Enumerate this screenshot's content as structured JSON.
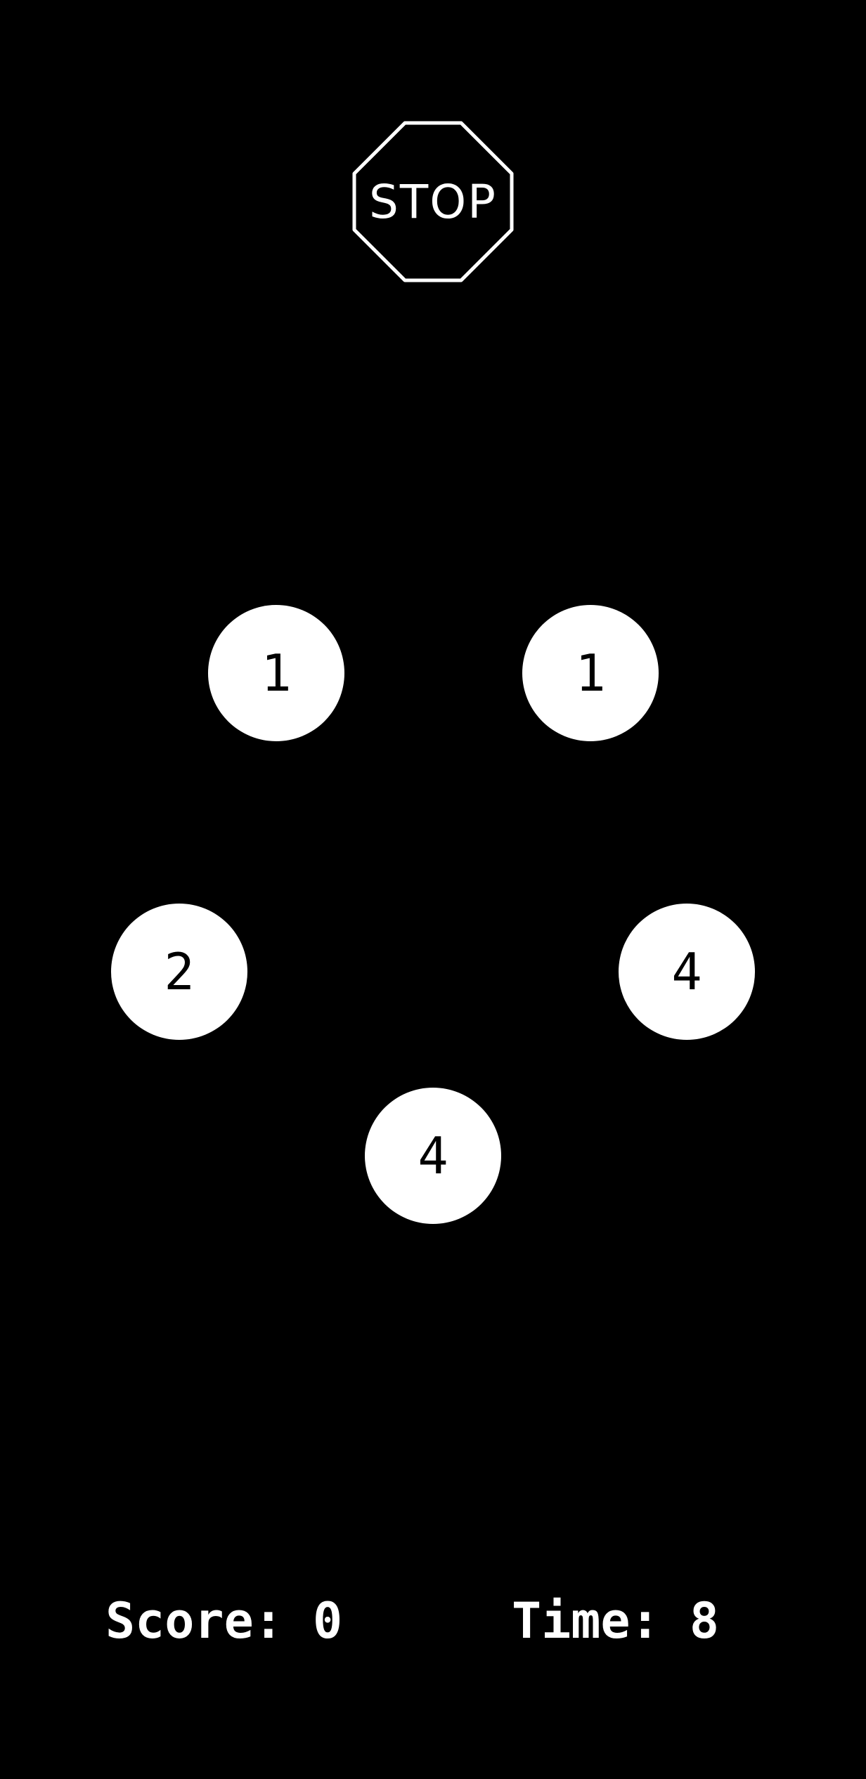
{
  "stop_button": {
    "label": "STOP"
  },
  "balls": [
    "1",
    "1",
    "2",
    "4",
    "4"
  ],
  "hud": {
    "score_label": "Score:",
    "score_value": "0",
    "time_label": "Time:",
    "time_value": "8"
  },
  "colors": {
    "background": "#000000",
    "foreground": "#ffffff"
  }
}
